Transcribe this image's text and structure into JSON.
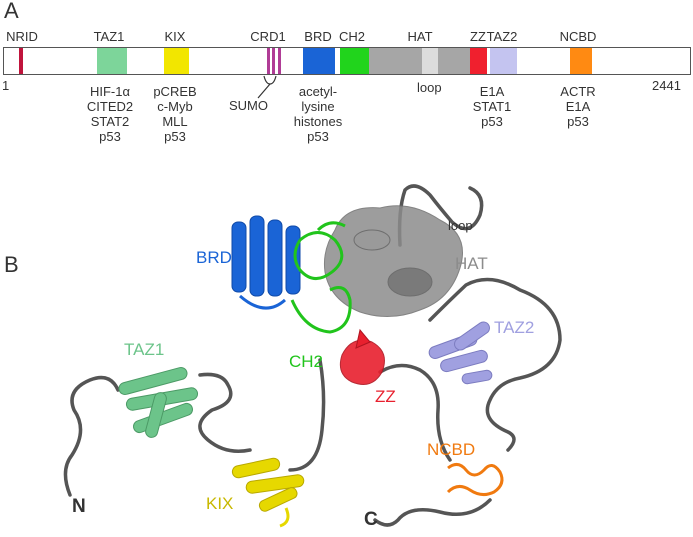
{
  "panel_a": {
    "letter": "A",
    "start": "1",
    "end": "2441",
    "domains": [
      {
        "name": "NRID",
        "color": "#c0143c"
      },
      {
        "name": "TAZ1",
        "color": "#7dd59a"
      },
      {
        "name": "KIX",
        "color": "#f2e600"
      },
      {
        "name": "CRD1",
        "color": "#b03c96"
      },
      {
        "name": "BRD",
        "color": "#1a64d6"
      },
      {
        "name": "CH2",
        "color": "#21d41c"
      },
      {
        "name": "HAT",
        "color": "#a6a6a6"
      },
      {
        "name": "ZZ",
        "color": "#f0202e"
      },
      {
        "name": "TAZ2",
        "color": "#c4c4f0"
      },
      {
        "name": "NCBD",
        "color": "#ff8a12"
      }
    ],
    "loop_label": "loop",
    "sumo_label": "SUMO",
    "ligands": {
      "taz1": [
        "HIF-1α",
        "CITED2",
        "STAT2",
        "p53"
      ],
      "kix": [
        "pCREB",
        "c-Myb",
        "MLL",
        "p53"
      ],
      "brd": [
        "acetyl-",
        "lysine",
        "histones",
        "p53"
      ],
      "taz2": [
        "E1A",
        "STAT1",
        "p53"
      ],
      "ncbd": [
        "ACTR",
        "E1A",
        "p53"
      ]
    }
  },
  "panel_b": {
    "letter": "B",
    "labels": {
      "brd": "BRD",
      "hat": "HAT",
      "loop": "loop",
      "ch2": "CH2",
      "zz": "ZZ",
      "taz2": "TAZ2",
      "taz1": "TAZ1",
      "kix": "KIX",
      "ncbd": "NCBD",
      "n_term": "N",
      "c_term": "C"
    },
    "colors": {
      "brd": "#1a64d6",
      "hat": "#8c8c8c",
      "ch2": "#21c41c",
      "zz": "#e8202e",
      "taz2": "#a0a0e0",
      "taz1": "#6cc48a",
      "kix": "#e0d400",
      "ncbd": "#f07a10",
      "linker": "#555555"
    }
  }
}
